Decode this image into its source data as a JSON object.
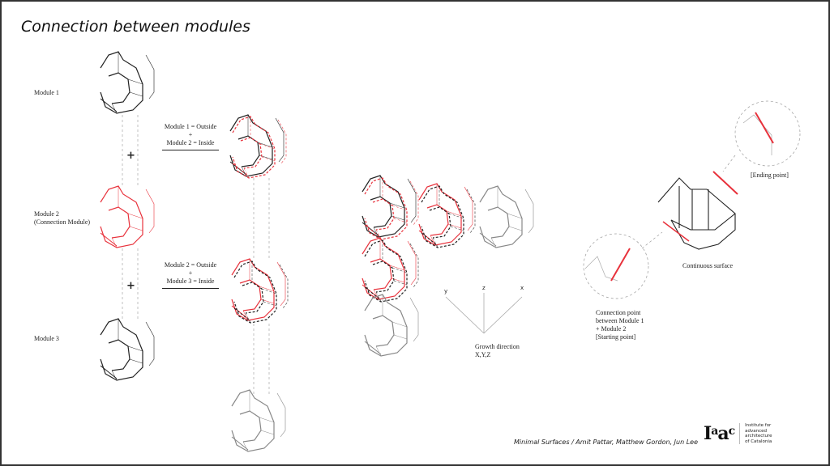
{
  "title": "Connection between modules",
  "column1": {
    "modules": [
      {
        "label": "Module 1"
      },
      {
        "label": "Module 2\n(Connection Module)"
      },
      {
        "label": "Module 3"
      }
    ],
    "plus_symbols": [
      "+",
      "+"
    ]
  },
  "combinations": [
    {
      "line1": "Module 1 = Outside",
      "plus": "+",
      "line2": "Module 2 = Inside"
    },
    {
      "line1": "Module 2 = Outside",
      "plus": "+",
      "line2": "Module 3 = Inside"
    }
  ],
  "growth": {
    "axes": {
      "y": "y",
      "z": "z",
      "x": "x"
    },
    "caption_line1": "Growth direction",
    "caption_line2": "X,Y,Z"
  },
  "continuous": {
    "ending_label": "[Ending point]",
    "surface_label": "Continuous surface",
    "connection_label": "Connection point\nbetween Module 1\n+ Module 2\n[Starting point]"
  },
  "footer": {
    "credit": "Minimal Surfaces / Amit Pattar, Matthew Gordon, Jun Lee",
    "logo_mark": "Iaac",
    "logo_text": "Institute for\nadvanced\narchitecture\nof Catalonia"
  },
  "colors": {
    "black": "#222222",
    "red": "#e8323c",
    "grey": "#9a9a9a"
  }
}
